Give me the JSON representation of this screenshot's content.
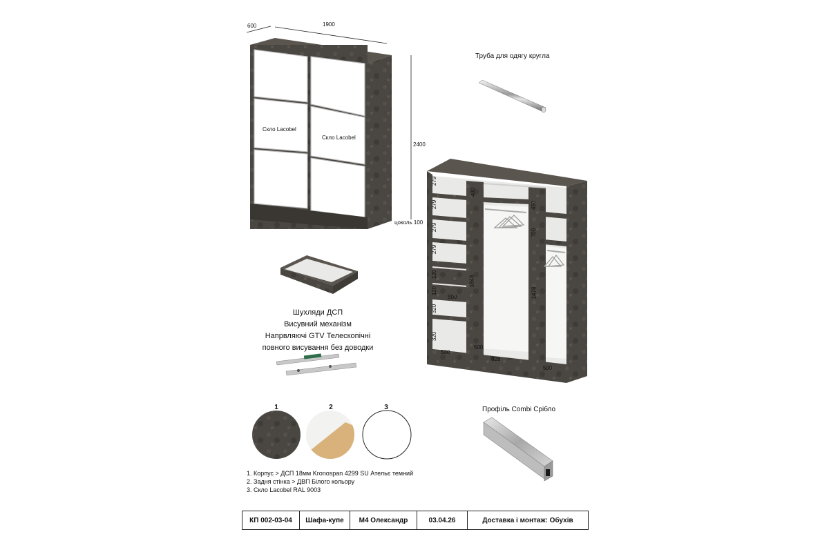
{
  "front_view": {
    "dim_depth": "600",
    "dim_width": "1900",
    "dim_height": "2400",
    "plinth_label": "цоколь 100",
    "glass_left": "Скло Lacobel",
    "glass_right": "Скло Lacobel"
  },
  "rail": {
    "title": "Труба для одягу кругла"
  },
  "interior": {
    "left_col": [
      "279",
      "279",
      "279",
      "279",
      "120",
      "120",
      "320",
      "320"
    ],
    "left_width_drawer": "500",
    "left_width_bottom": "500",
    "mid_top": "400",
    "mid_height": "1846",
    "mid_width_bottom": "500",
    "bottom_span": "828",
    "right_top": "450",
    "right_mid": "300",
    "right_height": "1478",
    "right_width_bottom": "500"
  },
  "drawer_caption": [
    "Шухляди ДСП",
    "Висувний механізм",
    "Напрвляючі GTV Телескопічні",
    "повного висування без доводки"
  ],
  "profile": {
    "title": "Профіль Combi Срібло"
  },
  "swatches": [
    {
      "num": "1",
      "color": "#46423d"
    },
    {
      "num": "2",
      "color": "#d8b27a"
    },
    {
      "num": "3",
      "color": "#ffffff"
    }
  ],
  "legend": [
    "1. Корпус > ДСП 18мм Kronospan 4299 SU Ательє темний",
    "2. Задня стінка > ДВП Білого кольору",
    "3. Скло Lacobel RAL 9003"
  ],
  "title_block": {
    "code": "КП 002-03-04",
    "product": "Шафа-купе",
    "client": "М4 Олександр",
    "date": "03.04.26",
    "delivery": "Доставка і монтаж: Обухів"
  }
}
